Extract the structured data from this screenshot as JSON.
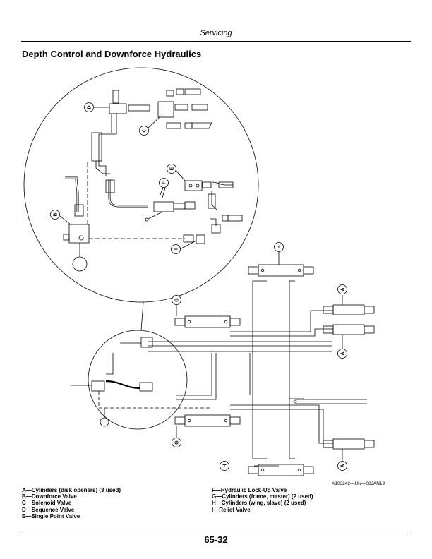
{
  "header": {
    "section": "Servicing"
  },
  "title": "Depth Control and Downforce Hydraulics",
  "figure": {
    "id": "A103242—UN—08JAN19",
    "callouts": {
      "A": "A",
      "B": "B",
      "C": "C",
      "D": "D",
      "E": "E",
      "F": "F",
      "G": "G",
      "H": "H",
      "I": "I"
    }
  },
  "legend": {
    "left": [
      "A—Cylinders (disk openers) (3 used)",
      "B—Downforce Valve",
      "C—Solenoid Valve",
      "D—Sequence Valve",
      "E—Single Point Valve"
    ],
    "right": [
      "F—Hydraulic Lock-Up Valve",
      "G—Cylinders (frame, master) (2 used)",
      "H—Cylinders (wing, slave) (2 used)",
      "I—Relief Valve"
    ]
  },
  "footer": {
    "page_number": "65-32"
  }
}
